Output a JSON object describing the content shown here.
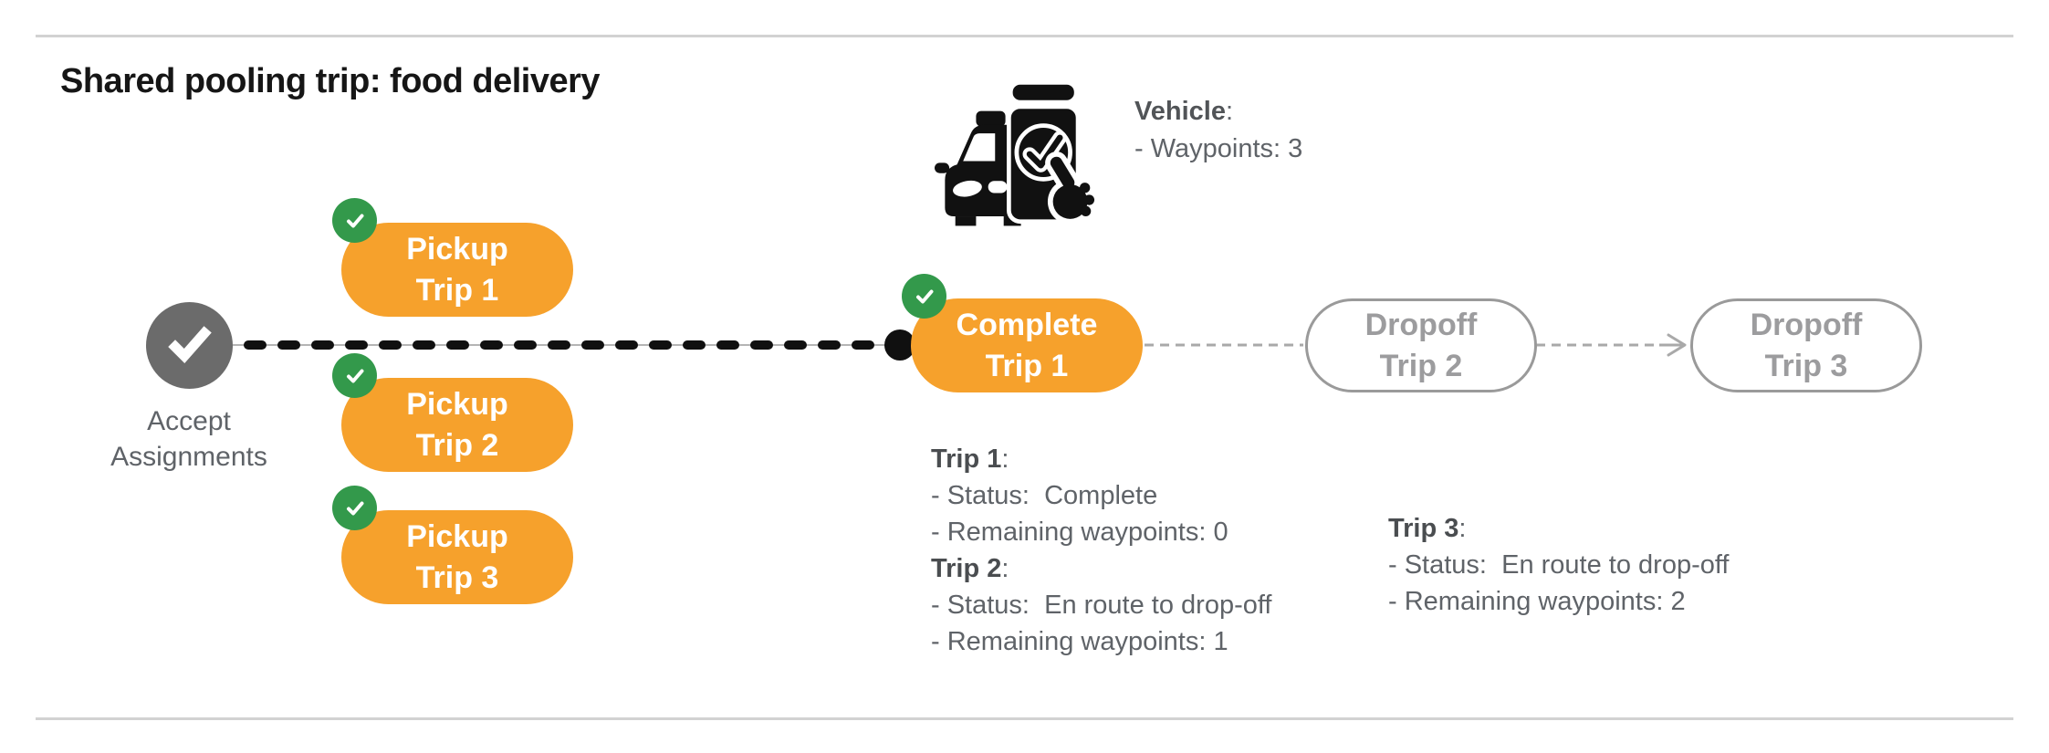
{
  "title": "Shared pooling trip: food delivery",
  "vehicle": {
    "label": "Vehicle",
    "colon": ":",
    "waypoints_line": "- Waypoints: 3"
  },
  "flow": {
    "start": {
      "line1": "Accept",
      "line2": "Assignments"
    },
    "pickups": [
      {
        "line1": "Pickup",
        "line2": "Trip 1"
      },
      {
        "line1": "Pickup",
        "line2": "Trip 2"
      },
      {
        "line1": "Pickup",
        "line2": "Trip 3"
      }
    ],
    "complete": {
      "line1": "Complete",
      "line2": "Trip 1"
    },
    "dropoffs": [
      {
        "line1": "Dropoff",
        "line2": "Trip 2"
      },
      {
        "line1": "Dropoff",
        "line2": "Trip 3"
      }
    ]
  },
  "trip_status": [
    {
      "name": "Trip 1",
      "colon": ":",
      "status_line": "- Status:  Complete",
      "waypoints_line": "- Remaining waypoints: 0"
    },
    {
      "name": "Trip 2",
      "colon": ":",
      "status_line": "- Status:  En route to drop-off",
      "waypoints_line": "- Remaining waypoints: 1"
    },
    {
      "name": "Trip 3",
      "colon": ":",
      "status_line": "- Status:  En route to drop-off",
      "waypoints_line": "- Remaining waypoints: 2"
    }
  ],
  "icons": {
    "vehicle": "taxi-with-phone-check-icon",
    "node_check": "check-icon",
    "arrow": "arrow-right-icon"
  },
  "colors": {
    "orange": "#F6A12C",
    "green": "#33994B",
    "gray_node": "#6B6B6B",
    "text_dark": "#161616",
    "text_gray": "#5F6368",
    "dropoff_gray": "#9A9A9A",
    "divider": "#D2D2D2",
    "route_black": "#101010"
  }
}
